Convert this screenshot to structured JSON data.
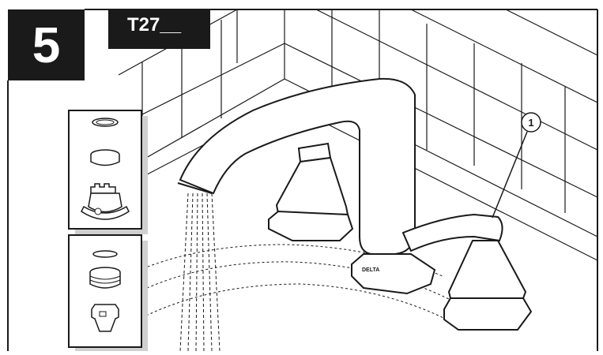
{
  "step": {
    "number": "5"
  },
  "model": {
    "label": "T27__"
  },
  "callouts": [
    {
      "number": "1"
    }
  ],
  "faucet": {
    "brand_mark": "DELTA"
  },
  "colors": {
    "ink": "#1a1a1a",
    "background": "#ffffff",
    "shadow": "#d0d0d0"
  }
}
